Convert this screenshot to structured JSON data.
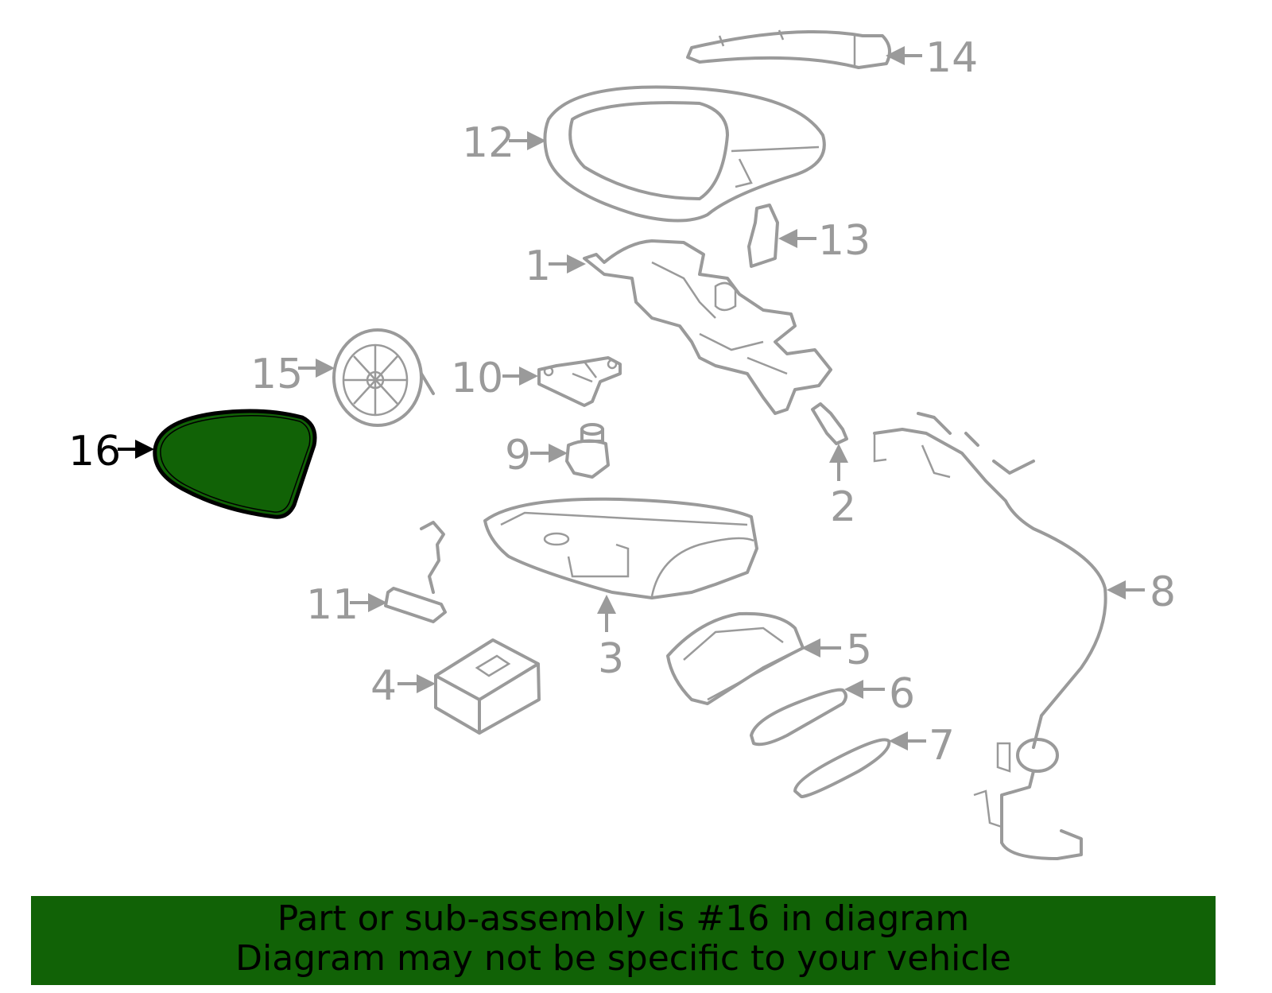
{
  "colors": {
    "highlight": "#116206",
    "line": "#9a9a9a",
    "highlight_label": "#000000"
  },
  "highlighted_part": "16",
  "callouts": [
    "1",
    "2",
    "3",
    "4",
    "5",
    "6",
    "7",
    "8",
    "9",
    "10",
    "11",
    "12",
    "13",
    "14",
    "15",
    "16"
  ],
  "banner": {
    "line1": "Part or sub-assembly is #16 in diagram",
    "line2": "Diagram may not be specific to your vehicle"
  }
}
